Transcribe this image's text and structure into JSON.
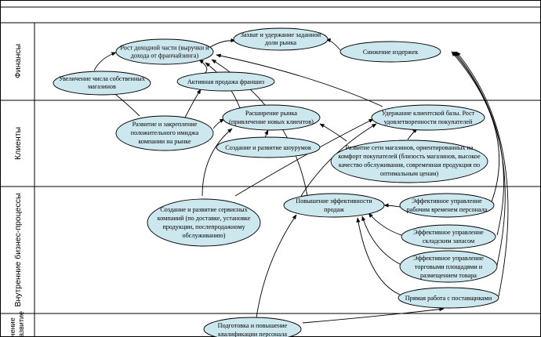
{
  "lanes": [
    {
      "id": "finance",
      "label": "Финансы"
    },
    {
      "id": "clients",
      "label": "Клиенты"
    },
    {
      "id": "processes",
      "label": "Внутренние бизнес-процессы"
    },
    {
      "id": "growth",
      "label_lines": [
        "чение",
        "азвитие"
      ]
    }
  ],
  "nodes": {
    "revenue": [
      "Рост доходной части (выручки и",
      "дохода от франчайзинга)"
    ],
    "market_share": [
      "Захват и удержание заданной",
      "доли рынка"
    ],
    "cost_cut": [
      "Снижение издержек"
    ],
    "stores_count": [
      "Увеличение числа собственных",
      "магазинов"
    ],
    "franchise_sales": [
      "Активная продажа франшиз"
    ],
    "market_expand": [
      "Расширение рынка",
      "(привлечение новых клиентов)"
    ],
    "client_retention": [
      "Удержание клиентской базы. Рост",
      "удовлетворенности покупателей"
    ],
    "brand_image": [
      "Развитие и закрепление",
      "положительного имиджа",
      "компании на рынке"
    ],
    "showrooms": [
      "Создание и развитие шоурумов"
    ],
    "store_network": [
      "Развитие сети магазинов, ориентированных на",
      "комфорт покупателей (близость магазинов, высокое",
      "качество обслуживания, современная продукция по",
      "оптимальным ценам)"
    ],
    "service_companies": [
      "Создание и развитие сервисных",
      "компаний (по доставке, установке",
      "продукции, послепродажному",
      "обслуживанию)"
    ],
    "sales_efficiency": [
      "Повышение эффективности",
      "продаж"
    ],
    "staff_time": [
      "Эффективное управление",
      "рабочим временем персонала"
    ],
    "stock_mgmt": [
      "Эффективное управление",
      "складским запасом"
    ],
    "retail_space": [
      "Эффективное управление",
      "торговыми площадями и",
      "размещением товара"
    ],
    "suppliers": [
      "Прямая работа с поставщиками"
    ],
    "staff_training": [
      "Подготовка и повышение",
      "квалификации персонала"
    ]
  }
}
